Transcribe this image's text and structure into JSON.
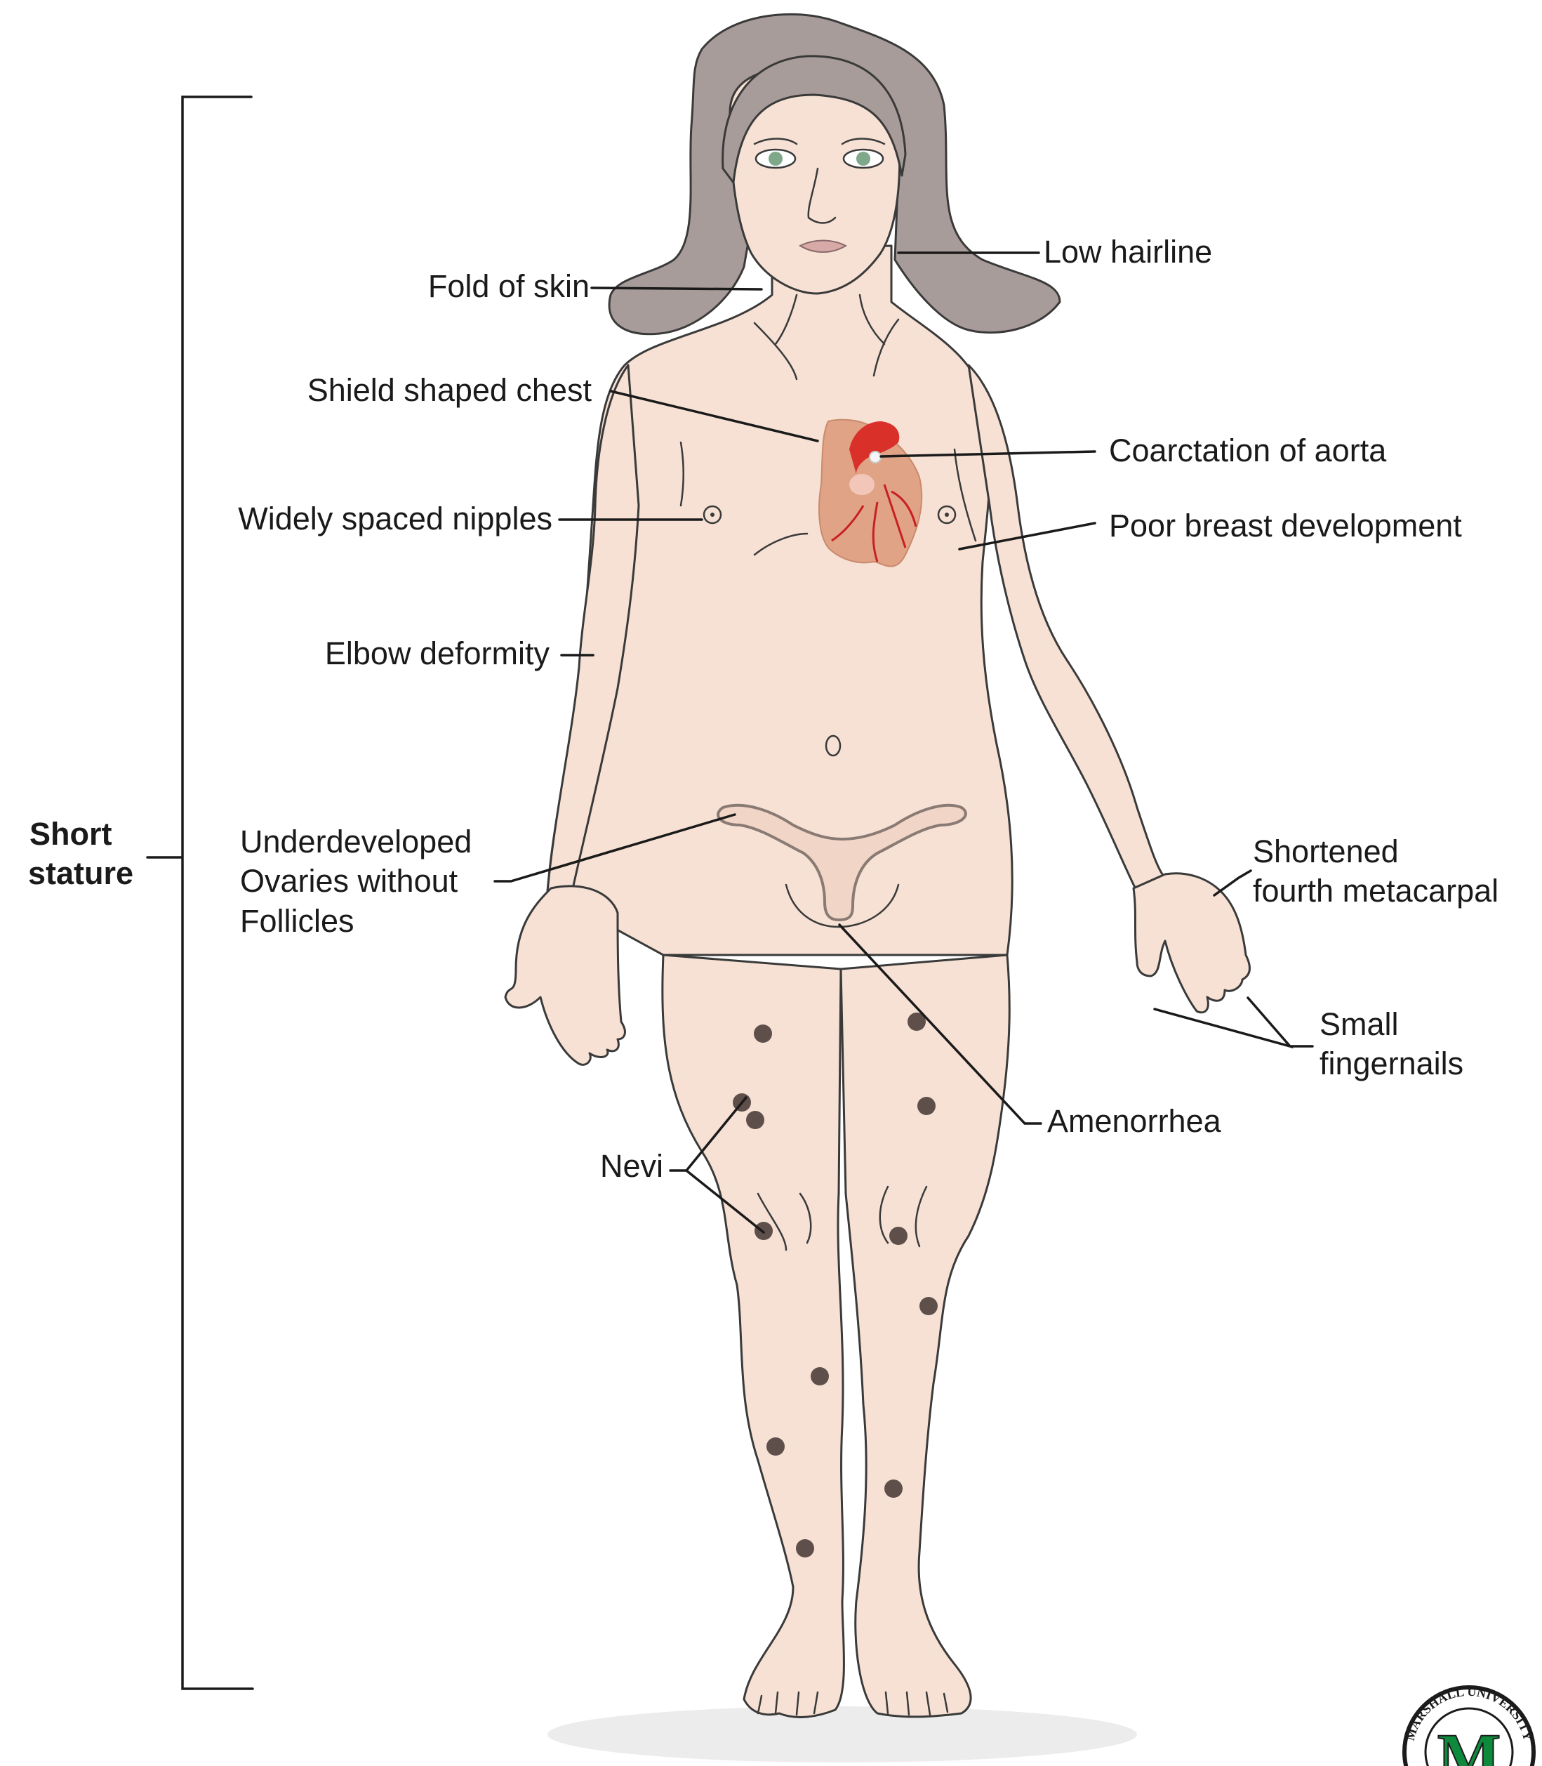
{
  "labels": {
    "low_hairline": "Low hairline",
    "fold_of_skin": "Fold of skin",
    "shield_shaped_chest": "Shield shaped chest",
    "coarctation_of_aorta": "Coarctation  of aorta",
    "widely_spaced_nipples": "Widely spaced nipples",
    "poor_breast_development": "Poor breast development",
    "elbow_deformity": "Elbow deformity",
    "short_stature": [
      "Short",
      "stature"
    ],
    "underdeveloped_ovaries": [
      "Underdeveloped",
      "Ovaries without",
      "Follicles"
    ],
    "shortened_fourth_metacarpal": [
      "Shortened",
      "fourth metacarpal"
    ],
    "small_fingernails": [
      "Small",
      "fingernails"
    ],
    "amenorrhea": "Amenorrhea",
    "nevi": "Nevi"
  },
  "logo": {
    "name": "university-seal",
    "initial": "M",
    "ring_text": "MARSHALL UNIVERSITY",
    "colors": {
      "ring": "#1b1b1b",
      "letter": "#0e8a3d"
    }
  },
  "colors": {
    "skin": "#f6e1d4",
    "hair": "#a89c9a",
    "heart": "#e0a385",
    "aorta": "#d9302a",
    "nevus": "#5e4f4a",
    "eyes": "#7fa88a"
  }
}
